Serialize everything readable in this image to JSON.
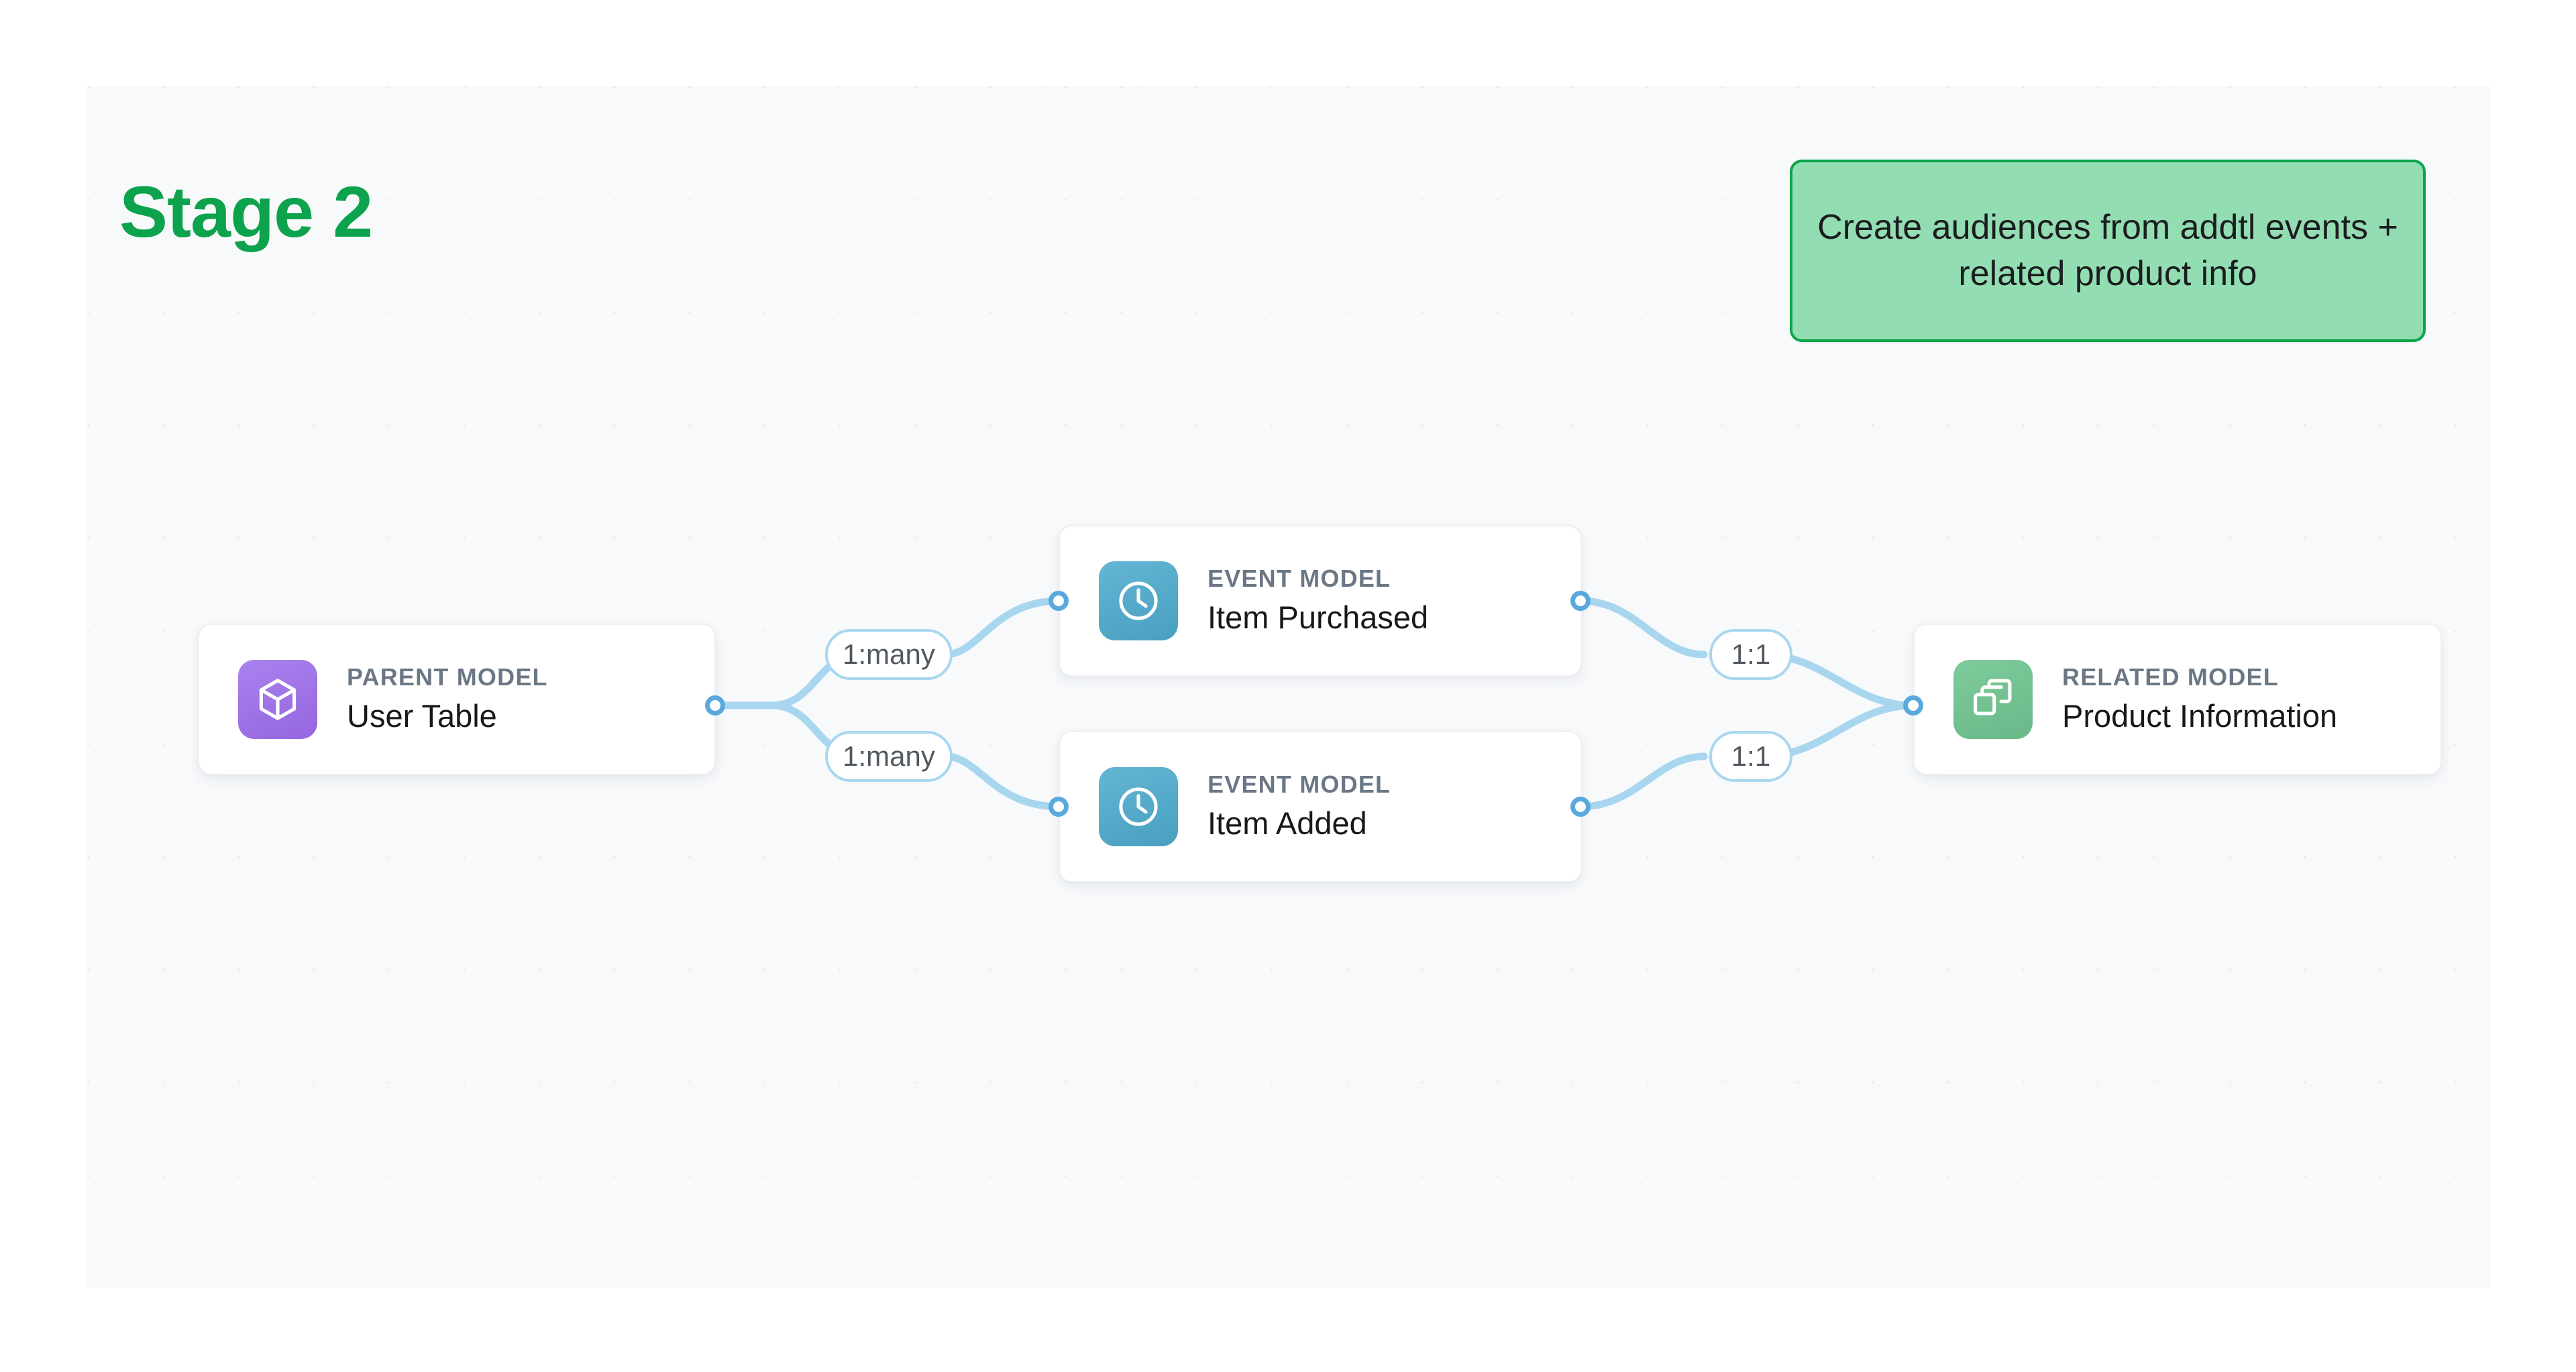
{
  "stage": {
    "title": "Stage 2"
  },
  "callout": {
    "text": "Create audiences from addtl events + related product info",
    "fill": "#93ddb2",
    "border": "#0ca54a"
  },
  "colors": {
    "canvas_bg": "#f7f9fb",
    "stage_green": "#0ca34c",
    "edge_blue": "#a9d6ef",
    "handle_blue": "#5aa9dd",
    "parent_icon": "#9566e0",
    "event_icon": "#4a9fbf",
    "related_icon": "#6ab889"
  },
  "nodes": [
    {
      "id": "parent",
      "kicker": "PARENT MODEL",
      "title": "User Table",
      "icon": "cube-icon"
    },
    {
      "id": "event-purchased",
      "kicker": "EVENT MODEL",
      "title": "Item Purchased",
      "icon": "clock-icon"
    },
    {
      "id": "event-added",
      "kicker": "EVENT MODEL",
      "title": "Item Added",
      "icon": "clock-icon"
    },
    {
      "id": "related",
      "kicker": "RELATED MODEL",
      "title": "Product Information",
      "icon": "layers-icon"
    }
  ],
  "edges": [
    {
      "id": "parent-to-purchased",
      "from": "parent",
      "to": "event-purchased",
      "label": "1:many"
    },
    {
      "id": "parent-to-added",
      "from": "parent",
      "to": "event-added",
      "label": "1:many"
    },
    {
      "id": "purchased-to-related",
      "from": "event-purchased",
      "to": "related",
      "label": "1:1"
    },
    {
      "id": "added-to-related",
      "from": "event-added",
      "to": "related",
      "label": "1:1"
    }
  ]
}
